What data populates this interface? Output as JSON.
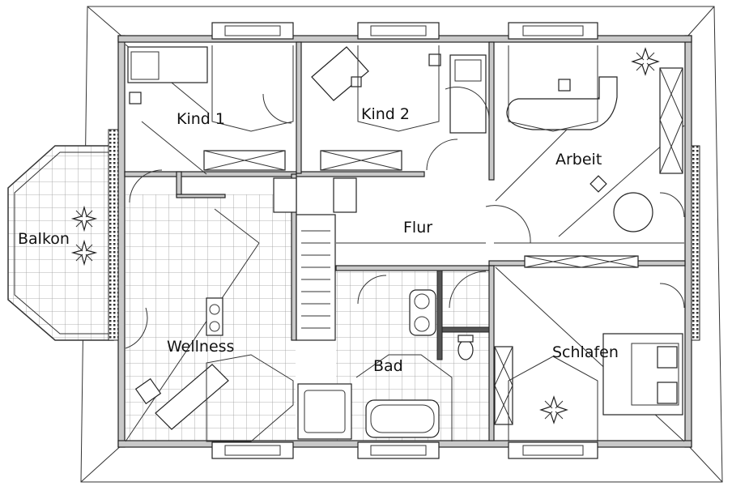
{
  "rooms": {
    "kind1": "Kind 1",
    "kind2": "Kind 2",
    "arbeit": "Arbeit",
    "flur": "Flur",
    "balkon": "Balkon",
    "wellness": "Wellness",
    "bad": "Bad",
    "schlafen": "Schlafen"
  },
  "colors": {
    "wall_fill": "#c9c9c9",
    "line": "#222222",
    "tile_grid": "#9a9a9a",
    "background": "#ffffff"
  }
}
